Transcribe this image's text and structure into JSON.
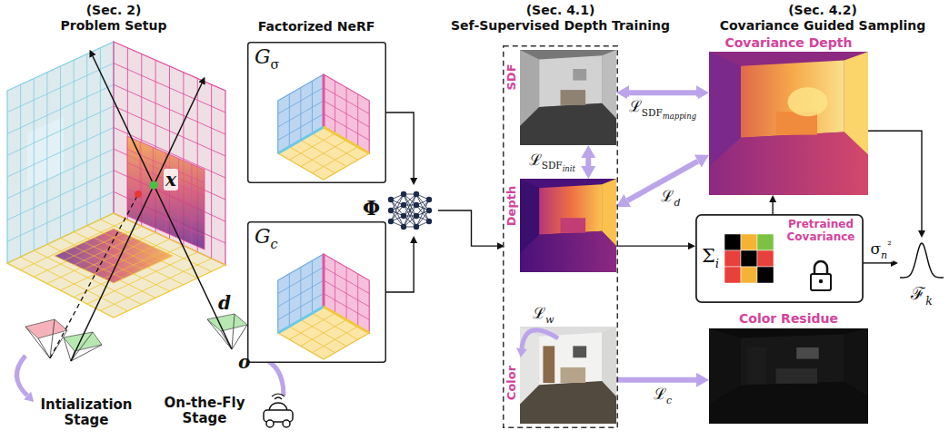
{
  "diagram": {
    "nodes": [
      {
        "text": [
          "Gσ"
        ]
      },
      {
        "text": [
          "Gc"
        ]
      },
      {
        "text": [
          "Φ"
        ]
      },
      {
        "text": [
          "(Sec. 4.1)",
          "Sef-Supervised Depth Training"
        ]
      },
      {
        "text": [
          "SDF"
        ],
        "in": 3
      },
      {
        "text": [
          "Depth"
        ],
        "in": 3
      },
      {
        "text": [
          "Color"
        ],
        "in": 3
      },
      {
        "text": [
          "Covariance Depth"
        ]
      },
      {
        "text": [
          "Pretrained Covariance",
          "Σi"
        ]
      },
      {
        "text": [
          "ℱk"
        ]
      },
      {
        "text": [
          "Color Residue"
        ]
      }
    ],
    "edges": [
      {
        "from": 0,
        "to": 2,
        "arrow": "to"
      },
      {
        "from": 1,
        "to": 2,
        "arrow": "to"
      },
      {
        "from": 2,
        "to": 5,
        "arrow": "to"
      },
      {
        "from": 4,
        "to": 5,
        "arrow": "both",
        "label": "ℒSDFinit"
      },
      {
        "from": 4,
        "to": 7,
        "arrow": "both",
        "label": "ℒSDFmapping"
      },
      {
        "from": 5,
        "to": 7,
        "arrow": "both",
        "label": "ℒd"
      },
      {
        "from": 5,
        "to": 8,
        "arrow": "to"
      },
      {
        "from": 8,
        "to": 7,
        "arrow": "to"
      },
      {
        "from": 8,
        "to": 9,
        "arrow": "to",
        "label": "σn²"
      },
      {
        "from": 7,
        "to": 9,
        "arrow": "to"
      },
      {
        "from": 6,
        "to": 10,
        "arrow": "to",
        "label": "ℒc"
      }
    ],
    "labels": [
      "(Sec. 2)",
      "Problem Setup",
      "Factorized NeRF",
      "(Sec. 4.2)",
      "Covariance Guided Sampling",
      "x",
      "d",
      "o",
      "Intialization Stage",
      "On-the-Fly Stage",
      "ℒw"
    ]
  }
}
